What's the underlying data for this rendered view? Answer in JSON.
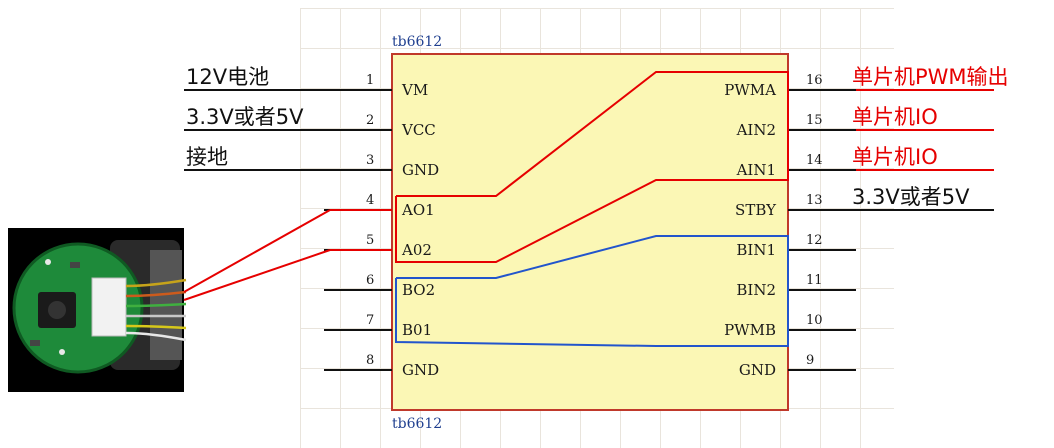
{
  "chip": {
    "name_top": "tb6612",
    "name_bottom": "tb6612",
    "body_color": "#fbf7b5"
  },
  "pins_left": [
    {
      "num": "1",
      "name": "VM"
    },
    {
      "num": "2",
      "name": "VCC"
    },
    {
      "num": "3",
      "name": "GND"
    },
    {
      "num": "4",
      "name": "AO1"
    },
    {
      "num": "5",
      "name": "A02"
    },
    {
      "num": "6",
      "name": "BO2"
    },
    {
      "num": "7",
      "name": "B01"
    },
    {
      "num": "8",
      "name": "GND"
    }
  ],
  "pins_right": [
    {
      "num": "16",
      "name": "PWMA"
    },
    {
      "num": "15",
      "name": "AIN2"
    },
    {
      "num": "14",
      "name": "AIN1"
    },
    {
      "num": "13",
      "name": "STBY"
    },
    {
      "num": "12",
      "name": "BIN1"
    },
    {
      "num": "11",
      "name": "BIN2"
    },
    {
      "num": "10",
      "name": "PWMB"
    },
    {
      "num": "9",
      "name": "GND"
    }
  ],
  "external_labels": {
    "left": [
      "12V电池",
      "3.3V或者5V",
      "接地"
    ],
    "right": [
      "单片机PWM输出",
      "单片机IO",
      "单片机IO",
      "3.3V或者5V"
    ]
  },
  "colors": {
    "red": "#e60000",
    "blue": "#2255cc",
    "black": "#111111",
    "grid": "#e9e4dc"
  },
  "motor_photo": {
    "icon": "dc-motor-encoder-photo"
  }
}
